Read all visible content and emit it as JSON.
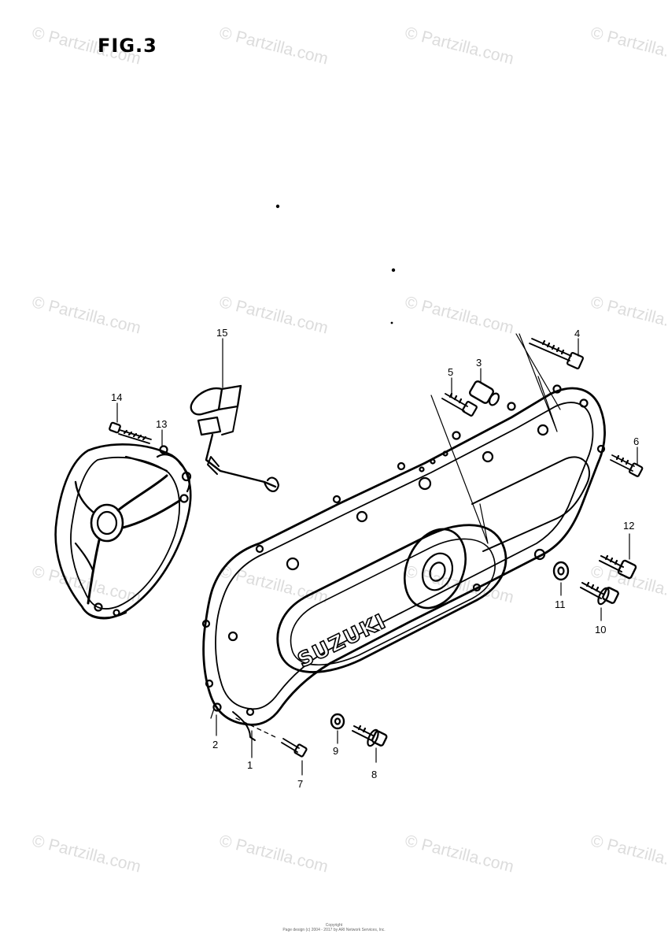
{
  "figure": {
    "title": "FIG.3",
    "brand_mark": "SUZUKI"
  },
  "watermark": {
    "text": "© Partzilla.com",
    "color": "#dcdcdc"
  },
  "footer": {
    "line1": "Copyright",
    "line2": "Page design (c) 2004 - 2017 by ARI Network Services, Inc."
  },
  "callouts": [
    {
      "id": "1",
      "label": "1"
    },
    {
      "id": "2",
      "label": "2"
    },
    {
      "id": "3",
      "label": "3"
    },
    {
      "id": "4",
      "label": "4"
    },
    {
      "id": "5",
      "label": "5"
    },
    {
      "id": "6",
      "label": "6"
    },
    {
      "id": "7",
      "label": "7"
    },
    {
      "id": "8",
      "label": "8"
    },
    {
      "id": "9",
      "label": "9"
    },
    {
      "id": "10",
      "label": "10"
    },
    {
      "id": "11",
      "label": "11"
    },
    {
      "id": "12",
      "label": "12"
    },
    {
      "id": "13",
      "label": "13"
    },
    {
      "id": "14",
      "label": "14"
    },
    {
      "id": "15",
      "label": "15"
    }
  ]
}
